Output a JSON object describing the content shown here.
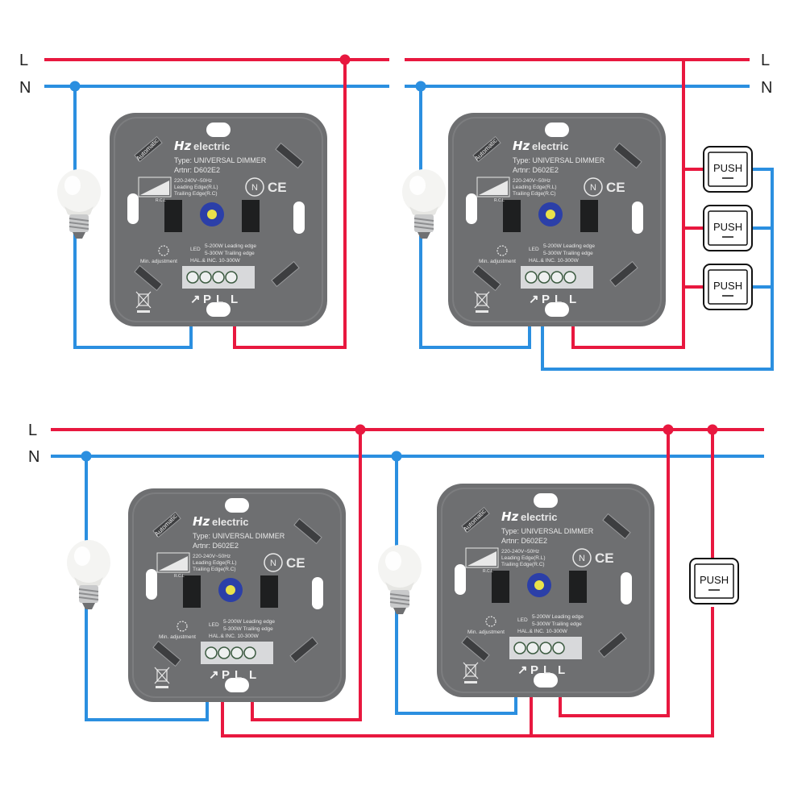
{
  "colors": {
    "live": "#e8183f",
    "neutral": "#2b8fe0",
    "plate": "#6e6f71",
    "plate_dark": "#4f5052"
  },
  "line_labels": {
    "live": "L",
    "neutral": "N"
  },
  "dimmer": {
    "brand": "Hz",
    "brand_suffix": "electric",
    "type_line": "Type: UNIVERSAL DIMMER",
    "artnr_line": "Artnr: D602E2",
    "automatic": "Automatic",
    "spec1": "220-240V~50Hz",
    "spec2": "Leading Edge(R.L)",
    "spec3": "Trailing Edge(R.C)",
    "rcl": "R.C.L",
    "min_adj": "Min. adjustment",
    "led": "LED",
    "load1": "5-200W Leading edge",
    "load2": "5-300W Trailing edge",
    "load3": "HAL.& INC.   10-300W",
    "cert_n": "N",
    "cert_ce": "CE",
    "terminals": [
      "↗",
      "P",
      "L",
      "L"
    ]
  },
  "push_button": {
    "label": "PUSH"
  },
  "icons": {
    "bulb": "light-bulb-icon",
    "weee": "weee-bin-icon",
    "potentiometer": "knob-icon"
  }
}
